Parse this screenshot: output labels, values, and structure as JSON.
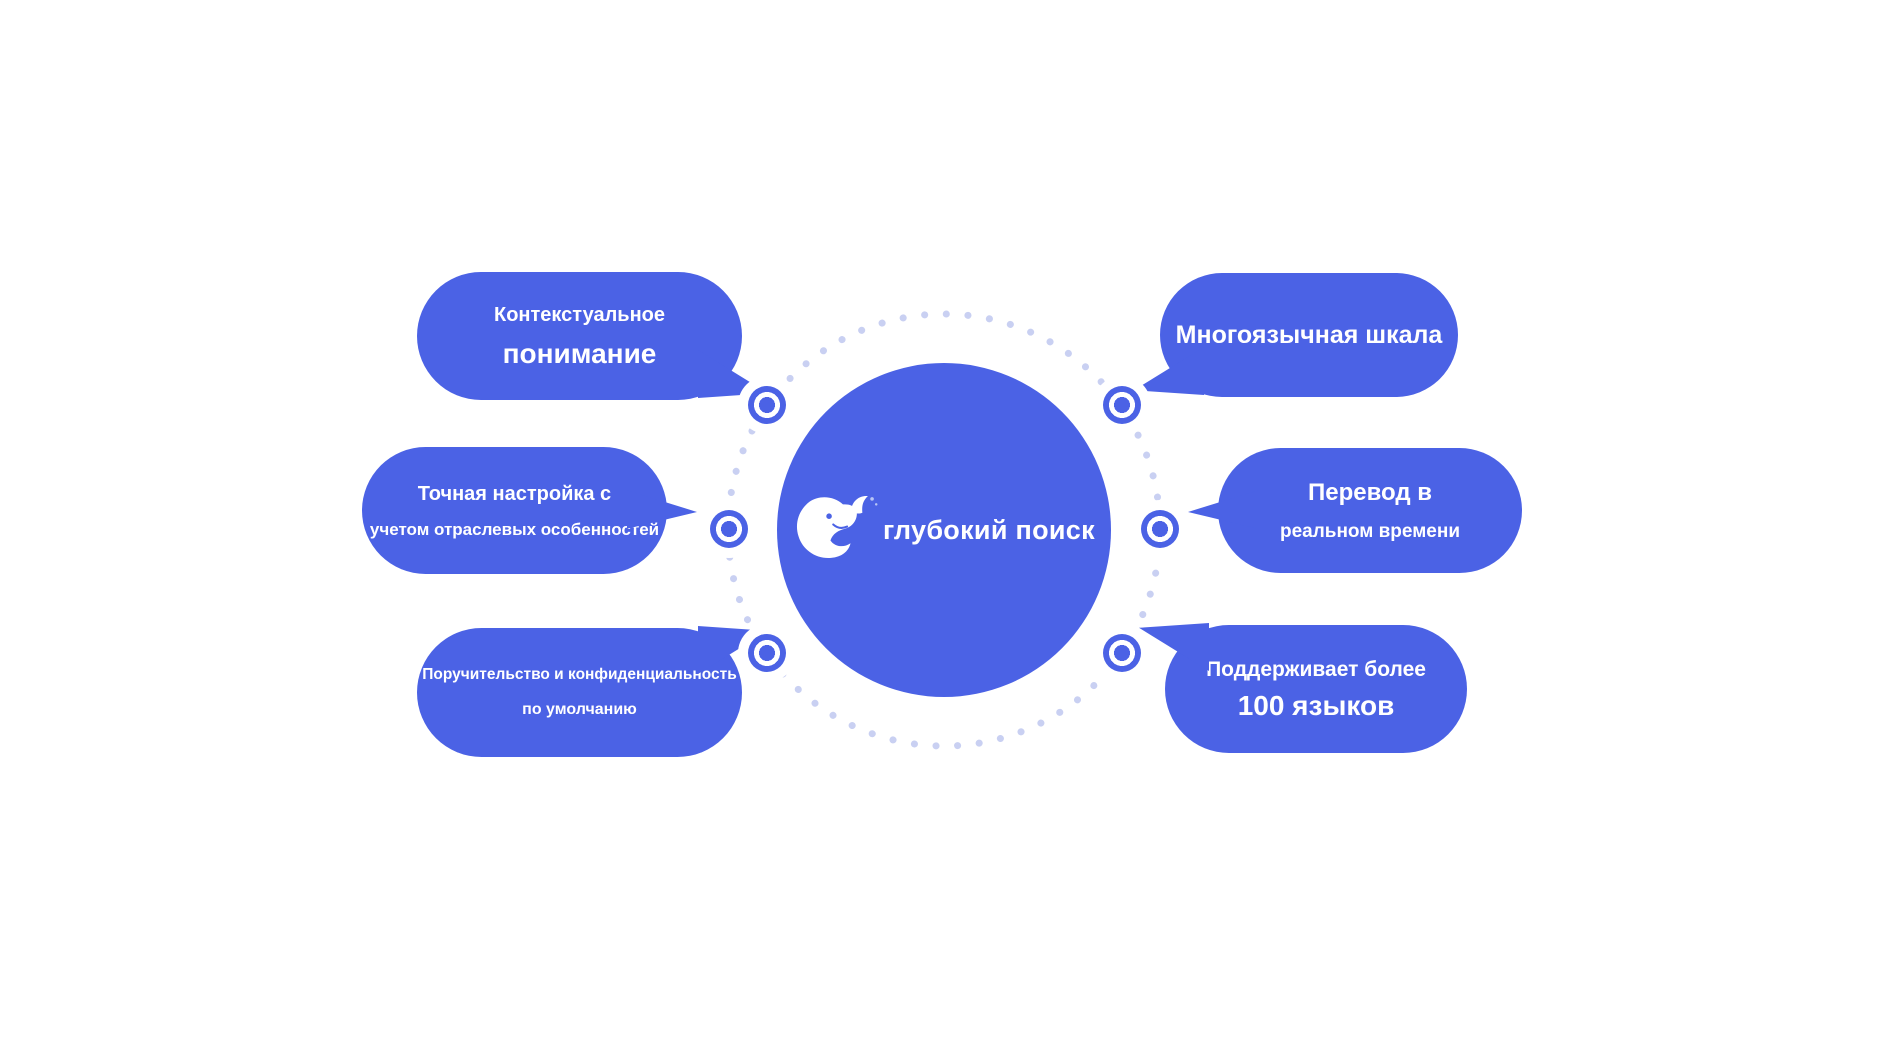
{
  "center": {
    "logo_text": "глубокий поиск",
    "logo_icon": "whale-icon"
  },
  "bubbles": [
    {
      "id": "contextual-understanding",
      "lines": [
        "Контекстуальное",
        "понимание"
      ]
    },
    {
      "id": "industry-fine-tuning",
      "lines": [
        "Точная настройка с",
        "учетом отраслевых особенностей"
      ]
    },
    {
      "id": "privacy-by-default",
      "lines": [
        "Поручительство и конфиденциальность",
        "по умолчанию"
      ]
    },
    {
      "id": "multilingual-scale",
      "lines": [
        "Многоязычная шкала"
      ]
    },
    {
      "id": "real-time-translation",
      "lines": [
        "Перевод в",
        "реальном времени"
      ]
    },
    {
      "id": "supports-100-languages",
      "lines": [
        "Поддерживает более",
        "100 языков"
      ]
    }
  ],
  "colors": {
    "primary": "#4b62e5",
    "ring_dots": "#c9d0f2",
    "text": "#ffffff",
    "background": "#ffffff"
  }
}
